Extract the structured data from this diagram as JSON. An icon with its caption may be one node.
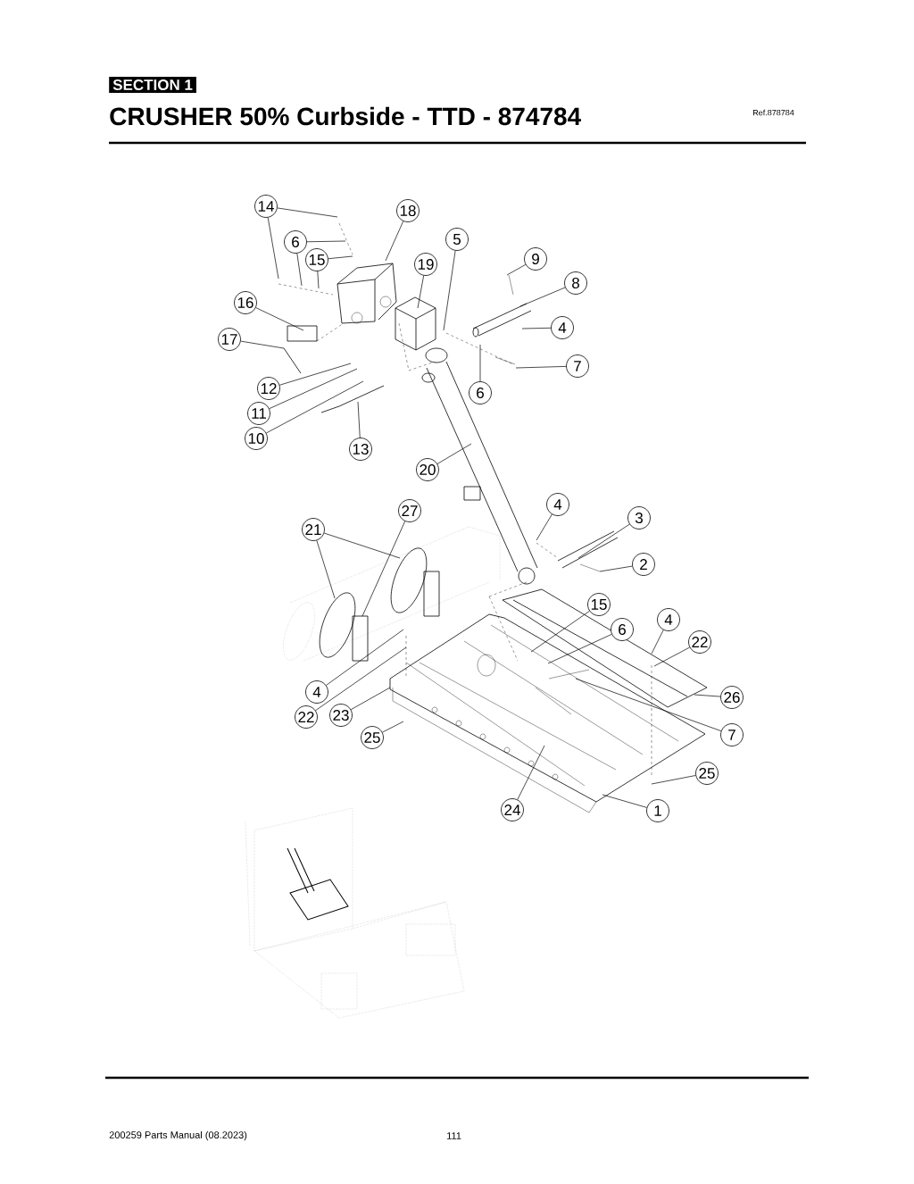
{
  "diagram": {
    "title": "CRUSHER 50% Curbside - TTD - 874784",
    "nodes": [
      {
        "text": [
          "SECTION  1"
        ]
      },
      {
        "text": [
          "14"
        ]
      },
      {
        "text": [
          "18"
        ]
      },
      {
        "text": [
          "5"
        ]
      },
      {
        "text": [
          "6"
        ]
      },
      {
        "text": [
          "9"
        ]
      },
      {
        "text": [
          "15"
        ]
      },
      {
        "text": [
          "19"
        ]
      },
      {
        "text": [
          "8"
        ]
      },
      {
        "text": [
          "16"
        ]
      },
      {
        "text": [
          "4"
        ]
      },
      {
        "text": [
          "17"
        ]
      },
      {
        "text": [
          "7"
        ]
      },
      {
        "text": [
          "12"
        ]
      },
      {
        "text": [
          "6"
        ]
      },
      {
        "text": [
          "11"
        ]
      },
      {
        "text": [
          "10"
        ]
      },
      {
        "text": [
          "13"
        ]
      },
      {
        "text": [
          "20"
        ]
      },
      {
        "text": [
          "4"
        ]
      },
      {
        "text": [
          "27"
        ]
      },
      {
        "text": [
          "3"
        ]
      },
      {
        "text": [
          "21"
        ]
      },
      {
        "text": [
          "2"
        ]
      },
      {
        "text": [
          "15"
        ]
      },
      {
        "text": [
          "4"
        ]
      },
      {
        "text": [
          "6"
        ]
      },
      {
        "text": [
          "22"
        ]
      },
      {
        "text": [
          "4"
        ]
      },
      {
        "text": [
          "26"
        ]
      },
      {
        "text": [
          "23"
        ]
      },
      {
        "text": [
          "22"
        ]
      },
      {
        "text": [
          "7"
        ]
      },
      {
        "text": [
          "25"
        ]
      },
      {
        "text": [
          "25"
        ]
      },
      {
        "text": [
          "24"
        ]
      },
      {
        "text": [
          "1"
        ]
      }
    ],
    "edges": [
      {
        "from": 1,
        "to": null,
        "arrow": "none"
      },
      {
        "from": 1,
        "to": null,
        "arrow": "none"
      },
      {
        "from": 2,
        "to": null,
        "arrow": "none"
      },
      {
        "from": 3,
        "to": null,
        "arrow": "none"
      },
      {
        "from": 4,
        "to": null,
        "arrow": "none"
      },
      {
        "from": 4,
        "to": null,
        "arrow": "none"
      },
      {
        "from": 5,
        "to": null,
        "arrow": "none"
      },
      {
        "from": 6,
        "to": null,
        "arrow": "none"
      },
      {
        "from": 6,
        "to": null,
        "arrow": "none"
      },
      {
        "from": 7,
        "to": null,
        "arrow": "none"
      },
      {
        "from": 8,
        "to": null,
        "arrow": "none"
      },
      {
        "from": 9,
        "to": null,
        "arrow": "none"
      },
      {
        "from": 10,
        "to": null,
        "arrow": "none"
      },
      {
        "from": 11,
        "to": null,
        "arrow": "none"
      },
      {
        "from": 12,
        "to": null,
        "arrow": "none"
      },
      {
        "from": 13,
        "to": null,
        "arrow": "none"
      },
      {
        "from": 14,
        "to": null,
        "arrow": "none"
      },
      {
        "from": 15,
        "to": null,
        "arrow": "none"
      },
      {
        "from": 16,
        "to": null,
        "arrow": "none"
      },
      {
        "from": 17,
        "to": null,
        "arrow": "none"
      },
      {
        "from": 18,
        "to": null,
        "arrow": "none"
      },
      {
        "from": 19,
        "to": null,
        "arrow": "none"
      },
      {
        "from": 20,
        "to": null,
        "arrow": "none"
      },
      {
        "from": 21,
        "to": null,
        "arrow": "none"
      },
      {
        "from": 22,
        "to": null,
        "arrow": "none"
      },
      {
        "from": 22,
        "to": null,
        "arrow": "none"
      },
      {
        "from": 23,
        "to": null,
        "arrow": "none"
      },
      {
        "from": 24,
        "to": null,
        "arrow": "none"
      },
      {
        "from": 25,
        "to": null,
        "arrow": "none"
      },
      {
        "from": 26,
        "to": null,
        "arrow": "none"
      },
      {
        "from": 27,
        "to": null,
        "arrow": "none"
      },
      {
        "from": 28,
        "to": null,
        "arrow": "none"
      },
      {
        "from": 29,
        "to": null,
        "arrow": "none"
      },
      {
        "from": 30,
        "to": null,
        "arrow": "none"
      },
      {
        "from": 31,
        "to": null,
        "arrow": "none"
      },
      {
        "from": 32,
        "to": null,
        "arrow": "none"
      },
      {
        "from": 33,
        "to": null,
        "arrow": "none"
      },
      {
        "from": 34,
        "to": null,
        "arrow": "none"
      },
      {
        "from": 35,
        "to": null,
        "arrow": "none"
      },
      {
        "from": 36,
        "to": null,
        "arrow": "none"
      }
    ],
    "labels": [
      "Ref.878784",
      "200259 Parts Manual (08.2023)",
      "111"
    ]
  }
}
